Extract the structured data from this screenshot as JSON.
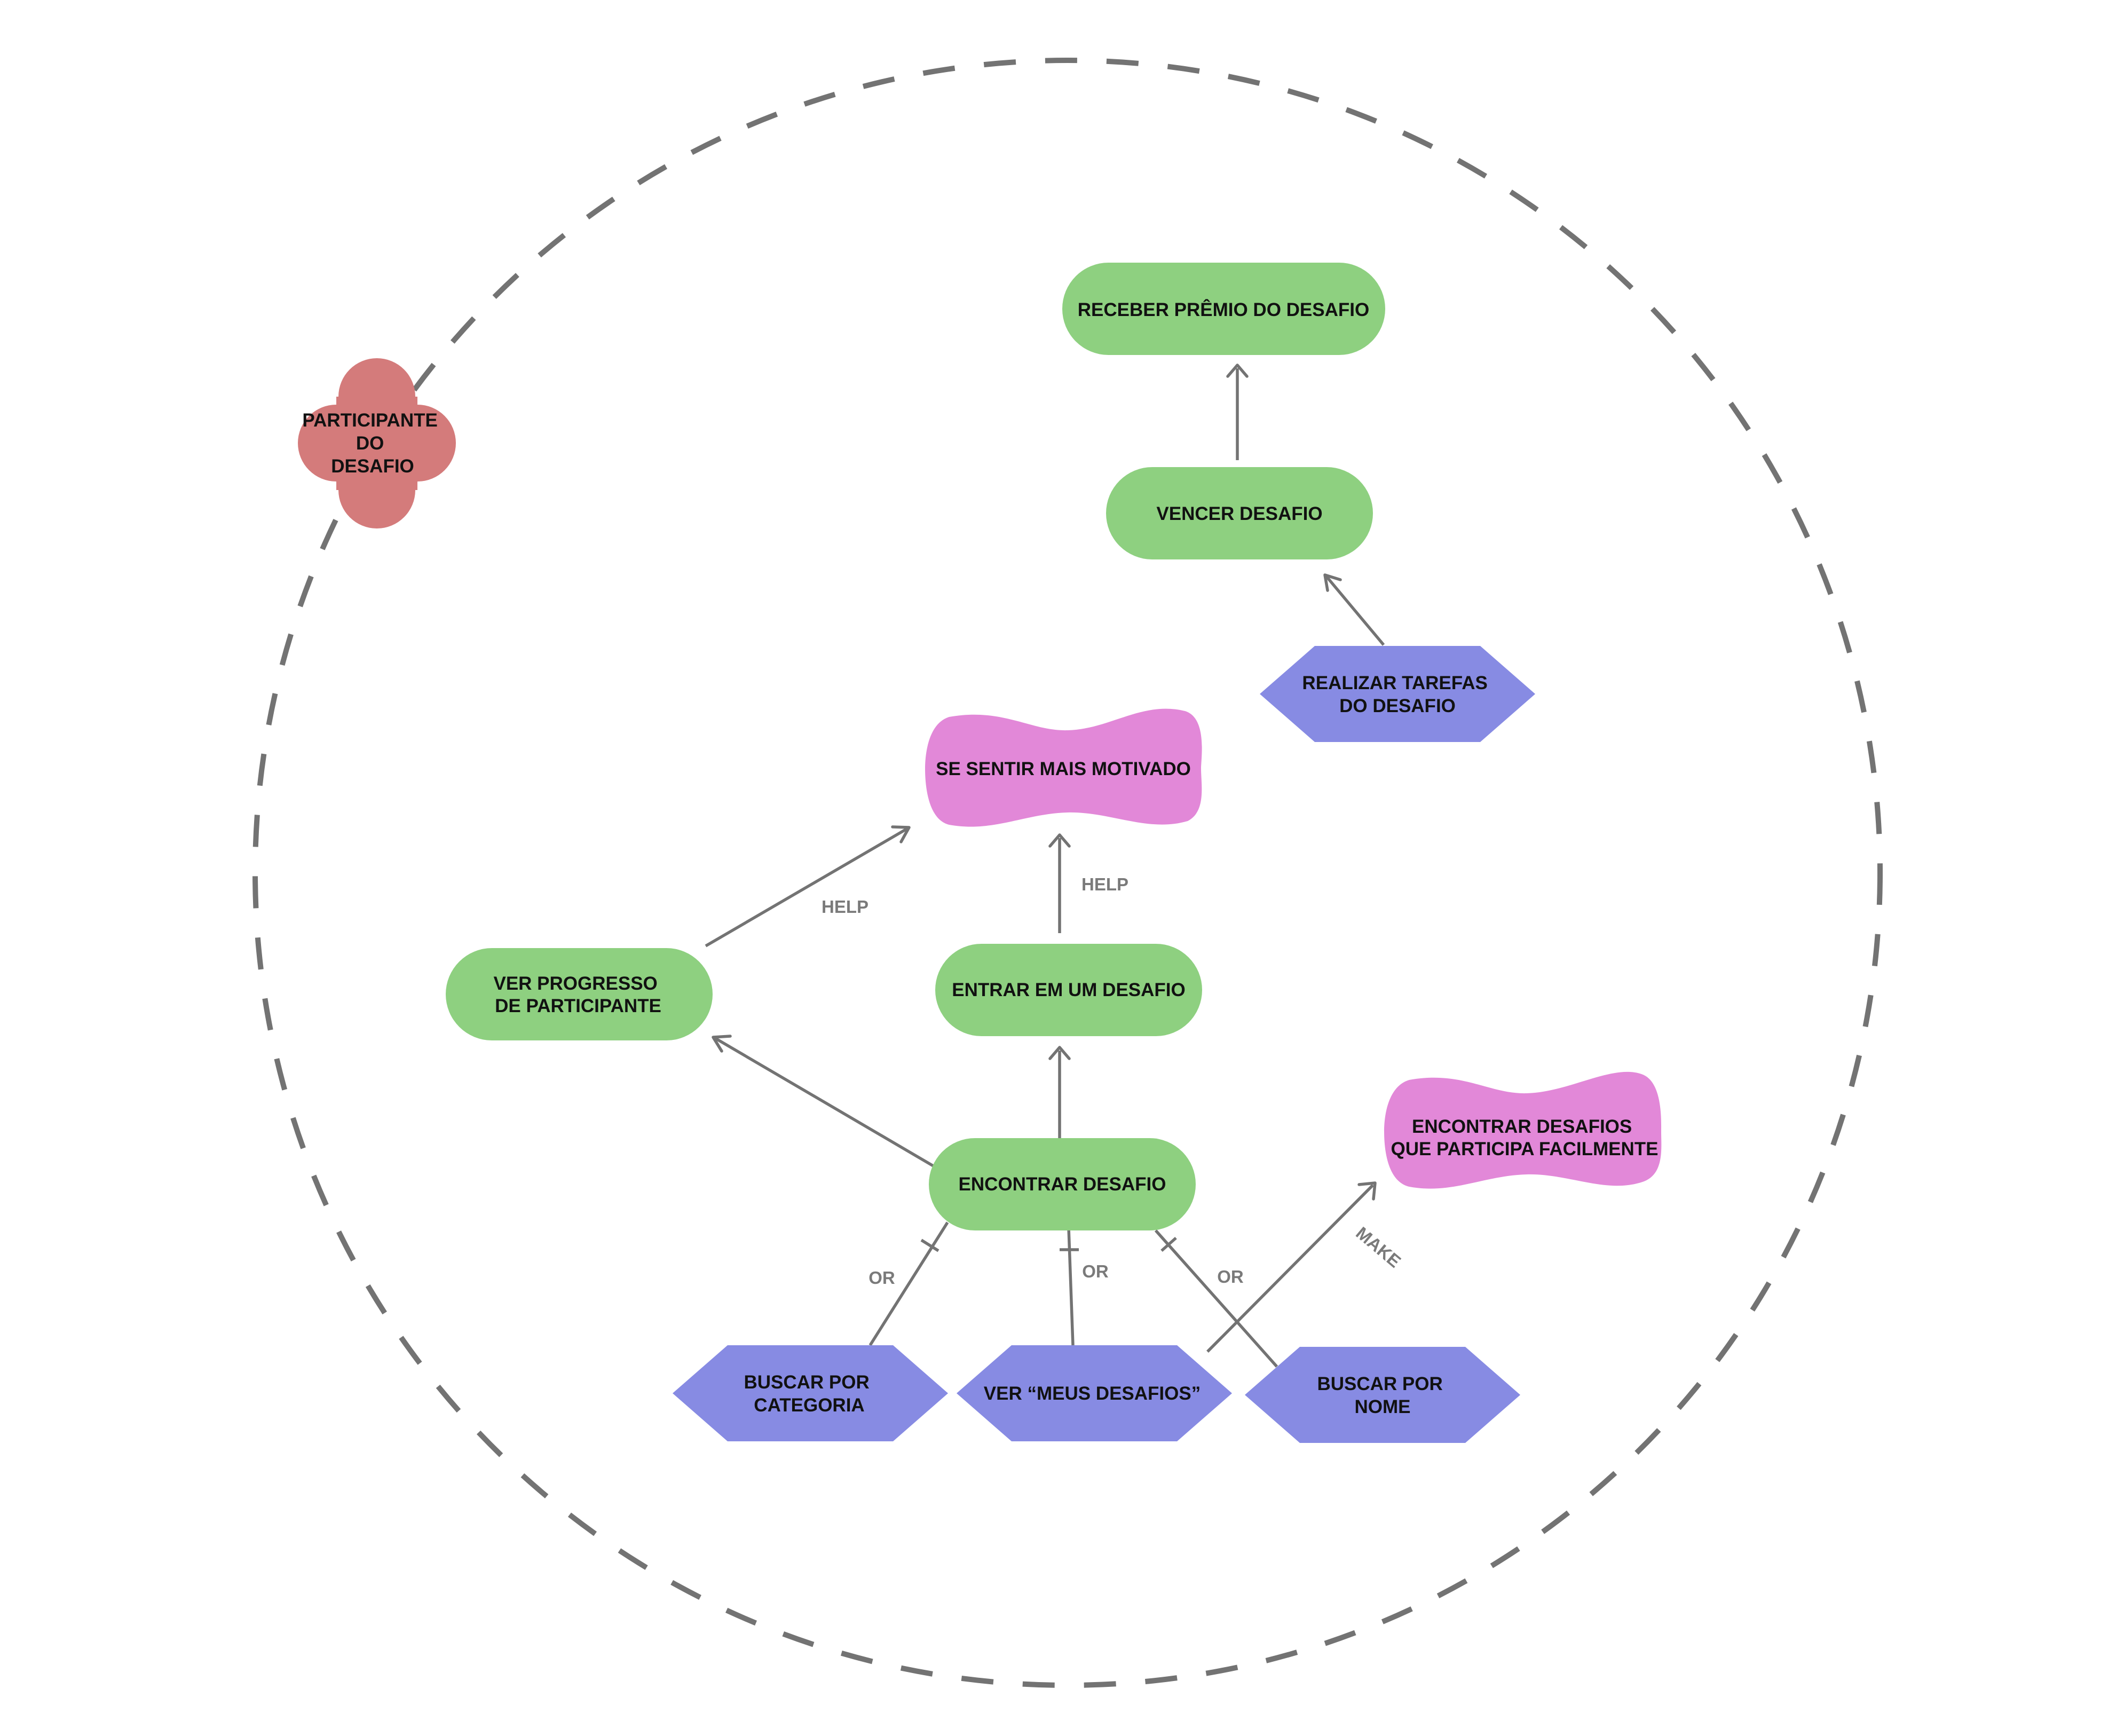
{
  "actor": {
    "label_lines": [
      "PARTICIPANTE",
      "DO",
      "DESAFIO"
    ],
    "color": "#D47B7B"
  },
  "colors": {
    "goal": "#8ED080",
    "task": "#878BE3",
    "softgoal": "#E288D8",
    "edge": "#737373"
  },
  "goals": {
    "receber_premio": {
      "lines": [
        "RECEBER PRÊMIO DO DESAFIO"
      ]
    },
    "vencer_desafio": {
      "lines": [
        "VENCER DESAFIO"
      ]
    },
    "ver_progresso": {
      "lines": [
        "VER PROGRESSO",
        "DE PARTICIPANTE"
      ]
    },
    "entrar_desafio": {
      "lines": [
        "ENTRAR EM UM DESAFIO"
      ]
    },
    "encontrar_desafio": {
      "lines": [
        "ENCONTRAR DESAFIO"
      ]
    }
  },
  "softgoals": {
    "motivado": {
      "lines": [
        "SE SENTIR MAIS MOTIVADO"
      ]
    },
    "facilmente": {
      "lines": [
        "ENCONTRAR DESAFIOS",
        "QUE PARTICIPA FACILMENTE"
      ]
    }
  },
  "tasks": {
    "realizar_tarefas": {
      "lines": [
        "REALIZAR TAREFAS",
        "DO DESAFIO"
      ]
    },
    "buscar_categoria": {
      "lines": [
        "BUSCAR POR",
        "CATEGORIA"
      ]
    },
    "meus_desafios": {
      "lines": [
        "VER “MEUS DESAFIOS”"
      ]
    },
    "buscar_nome": {
      "lines": [
        "BUSCAR POR",
        "NOME"
      ]
    }
  },
  "edge_labels": {
    "help_left": "HELP",
    "help_center": "HELP",
    "or_left": "OR",
    "or_center": "OR",
    "or_right": "OR",
    "make": "MAKE"
  }
}
